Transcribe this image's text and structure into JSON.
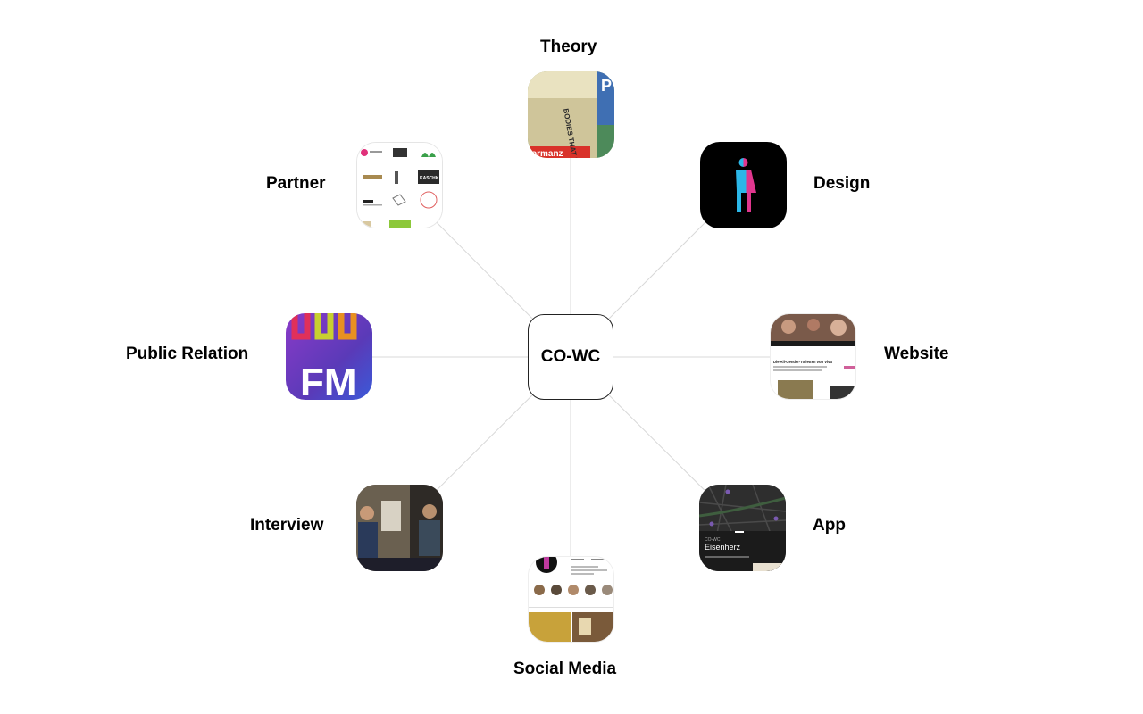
{
  "center": {
    "label": "CO-WC"
  },
  "nodes": [
    {
      "id": "theory",
      "label": "Theory",
      "thumbnail_text": "BODIES THAT MATTER"
    },
    {
      "id": "design",
      "label": "Design"
    },
    {
      "id": "website",
      "label": "Website",
      "thumbnail_text": "Die All-Gender-Toiletten von Viva"
    },
    {
      "id": "app",
      "label": "App",
      "thumbnail_text": [
        "CO-WC",
        "Eisenherz"
      ]
    },
    {
      "id": "social",
      "label": "Social Media"
    },
    {
      "id": "interview",
      "label": "Interview"
    },
    {
      "id": "pr",
      "label": "Public Relation",
      "thumbnail_text": "FM"
    },
    {
      "id": "partner",
      "label": "Partner",
      "thumbnail_text": "KASCHK"
    }
  ],
  "colors": {
    "line": "#d8d8d8",
    "center_border": "#222222",
    "design_bg": "#000000",
    "pr_bg": "#6a3db8",
    "app_bg": "#2a2a2a"
  }
}
